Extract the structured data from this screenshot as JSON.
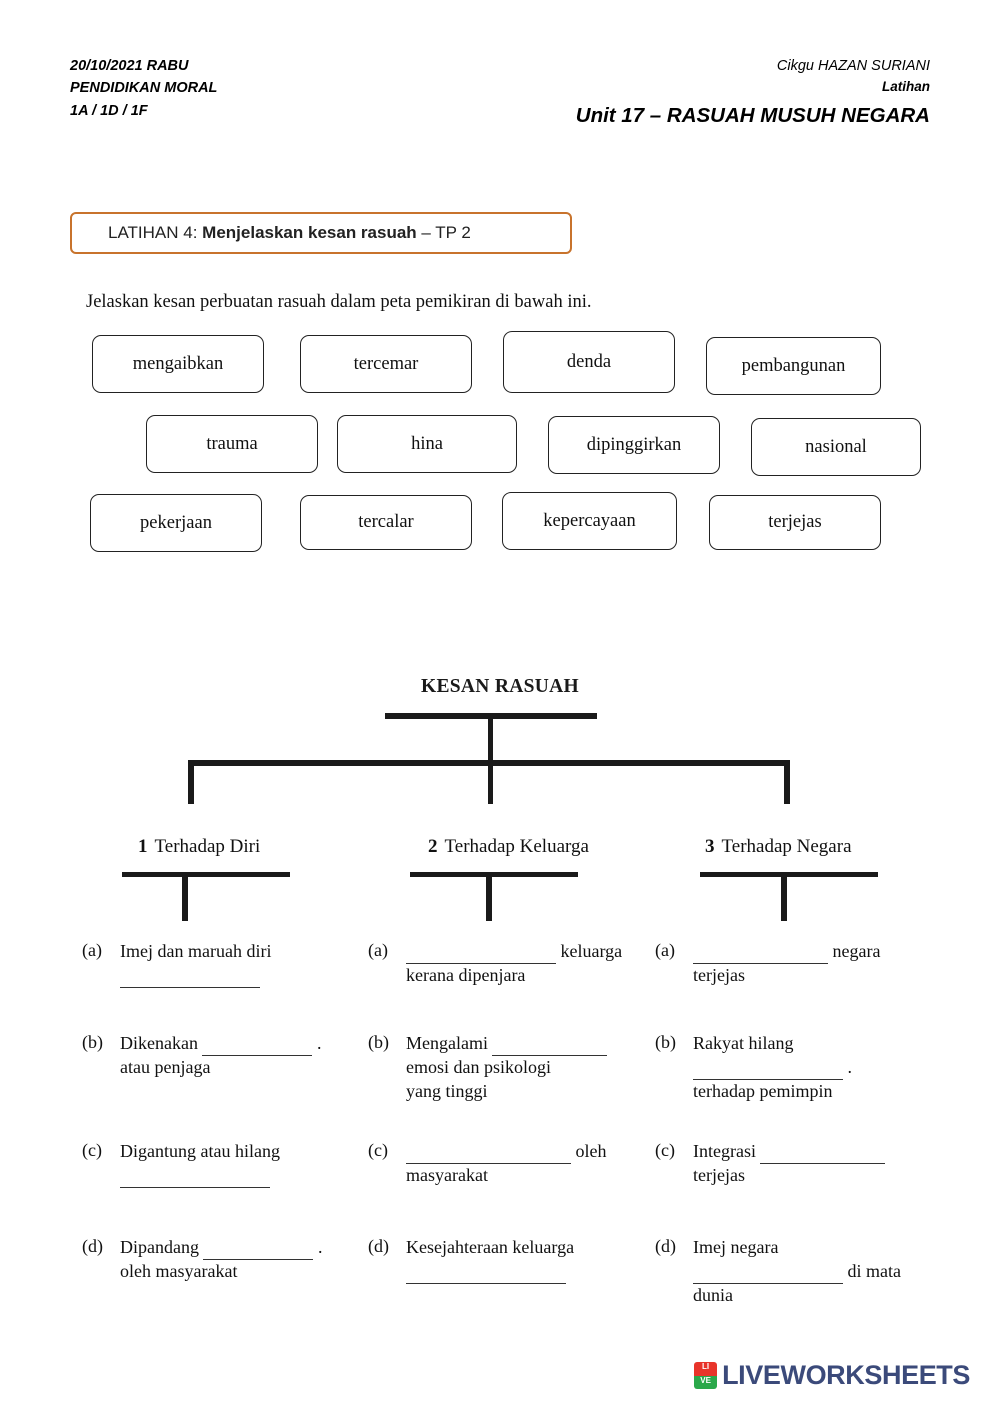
{
  "header": {
    "left_lines": [
      "20/10/2021   RABU",
      "PENDIDIKAN MORAL",
      "1A / 1D / 1F"
    ],
    "teacher": "Cikgu HAZAN SURIANI",
    "type": "Latihan",
    "unit": "Unit 17 – RASUAH MUSUH NEGARA"
  },
  "exercise": {
    "label": "LATIHAN 4:",
    "title": "Menjelaskan kesan rasuah",
    "tp": "– TP 2",
    "accent_color": "#c8732c",
    "instruction": "Jelaskan kesan perbuatan rasuah dalam peta pemikiran di bawah ini."
  },
  "word_bank": {
    "rows": [
      [
        "mengaibkan",
        "tercemar",
        "denda",
        "pembangunan"
      ],
      [
        "trauma",
        "hina",
        "dipinggirkan",
        "nasional"
      ],
      [
        "pekerjaan",
        "tercalar",
        "kepercayaan",
        "terjejas"
      ]
    ]
  },
  "mindmap": {
    "title": "KESAN RASUAH",
    "branches": [
      {
        "num": "1",
        "label": "Terhadap Diri"
      },
      {
        "num": "2",
        "label": "Terhadap Keluarga"
      },
      {
        "num": "3",
        "label": "Terhadap Negara"
      }
    ]
  },
  "columns": [
    {
      "name": "terhadap-diri",
      "items": [
        {
          "marker": "(a)",
          "parts": [
            {
              "t": "text",
              "v": "Imej dan maruah diri "
            },
            {
              "t": "break"
            },
            {
              "t": "blank",
              "w": 140
            }
          ]
        },
        {
          "marker": "(b)",
          "parts": [
            {
              "t": "text",
              "v": "Dikenakan "
            },
            {
              "t": "blank",
              "w": 110
            },
            {
              "t": "text",
              "v": " ."
            },
            {
              "t": "break"
            },
            {
              "t": "text",
              "v": "atau penjaga"
            }
          ]
        },
        {
          "marker": "(c)",
          "parts": [
            {
              "t": "text",
              "v": "Digantung atau hilang "
            },
            {
              "t": "break"
            },
            {
              "t": "blank",
              "w": 150
            }
          ]
        },
        {
          "marker": "(d)",
          "parts": [
            {
              "t": "text",
              "v": "Dipandang "
            },
            {
              "t": "blank",
              "w": 110
            },
            {
              "t": "text",
              "v": " ."
            },
            {
              "t": "break"
            },
            {
              "t": "text",
              "v": "oleh masyarakat"
            }
          ]
        }
      ]
    },
    {
      "name": "terhadap-keluarga",
      "items": [
        {
          "marker": "(a)",
          "parts": [
            {
              "t": "blank",
              "w": 150
            },
            {
              "t": "text",
              "v": " keluarga"
            },
            {
              "t": "break"
            },
            {
              "t": "text",
              "v": "kerana dipenjara"
            }
          ]
        },
        {
          "marker": "(b)",
          "parts": [
            {
              "t": "text",
              "v": "Mengalami "
            },
            {
              "t": "blank",
              "w": 115
            },
            {
              "t": "break"
            },
            {
              "t": "text",
              "v": "emosi dan psikologi"
            },
            {
              "t": "break"
            },
            {
              "t": "text",
              "v": "yang tinggi"
            }
          ]
        },
        {
          "marker": "(c)",
          "parts": [
            {
              "t": "blank",
              "w": 165
            },
            {
              "t": "text",
              "v": " oleh"
            },
            {
              "t": "break"
            },
            {
              "t": "text",
              "v": "masyarakat"
            }
          ]
        },
        {
          "marker": "(d)",
          "parts": [
            {
              "t": "text",
              "v": "Kesejahteraan keluarga"
            },
            {
              "t": "break"
            },
            {
              "t": "blank",
              "w": 160
            }
          ]
        }
      ]
    },
    {
      "name": "terhadap-negara",
      "items": [
        {
          "marker": "(a)",
          "parts": [
            {
              "t": "blank",
              "w": 135
            },
            {
              "t": "text",
              "v": " negara"
            },
            {
              "t": "break"
            },
            {
              "t": "text",
              "v": "terjejas"
            }
          ]
        },
        {
          "marker": "(b)",
          "parts": [
            {
              "t": "text",
              "v": "Rakyat hilang "
            },
            {
              "t": "break"
            },
            {
              "t": "blank",
              "w": 150
            },
            {
              "t": "text",
              "v": " ."
            },
            {
              "t": "break"
            },
            {
              "t": "text",
              "v": "terhadap pemimpin"
            }
          ]
        },
        {
          "marker": "(c)",
          "parts": [
            {
              "t": "text",
              "v": "Integrasi "
            },
            {
              "t": "blank",
              "w": 125
            },
            {
              "t": "break"
            },
            {
              "t": "text",
              "v": "terjejas"
            }
          ]
        },
        {
          "marker": "(d)",
          "parts": [
            {
              "t": "text",
              "v": "Imej negara"
            },
            {
              "t": "break"
            },
            {
              "t": "blank",
              "w": 150
            },
            {
              "t": "text",
              "v": " di mata"
            },
            {
              "t": "break"
            },
            {
              "t": "text",
              "v": "dunia"
            }
          ]
        }
      ]
    }
  ],
  "footer": {
    "badge_top_left": "LI",
    "badge_top_right": "VE",
    "brand": "LIVEWORKSHEETS"
  }
}
